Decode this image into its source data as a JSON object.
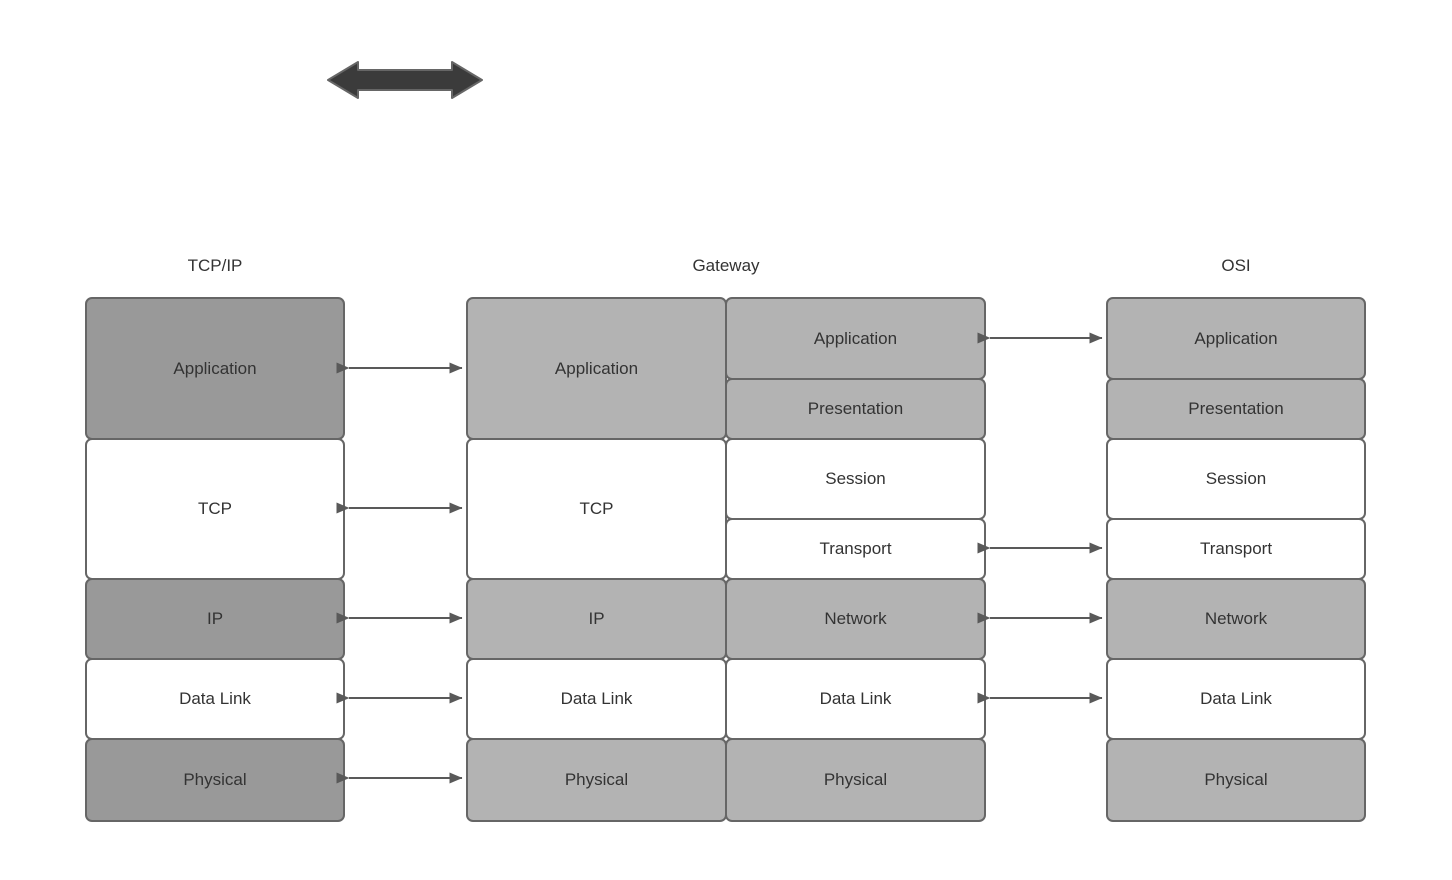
{
  "colors": {
    "dark_gray_fill": "#999999",
    "light_gray_fill": "#b3b3b3",
    "white_fill": "#ffffff",
    "box_border": "#666666",
    "text": "#333333",
    "connector": "#595959",
    "big_arrow_fill": "#3b3b3b"
  },
  "icons": {
    "big_double_arrow": "double-headed-horizontal-arrow"
  },
  "diagram": {
    "columns": {
      "tcpip": {
        "title": "TCP/IP",
        "layers": [
          {
            "label": "Application"
          },
          {
            "label": "TCP"
          },
          {
            "label": "IP"
          },
          {
            "label": "Data Link"
          },
          {
            "label": "Physical"
          }
        ]
      },
      "gateway": {
        "title": "Gateway",
        "left_layers": [
          {
            "label": "Application"
          },
          {
            "label": "TCP"
          },
          {
            "label": "IP"
          },
          {
            "label": "Data Link"
          },
          {
            "label": "Physical"
          }
        ],
        "right_layers": [
          {
            "label": "Application"
          },
          {
            "label": "Presentation"
          },
          {
            "label": "Session"
          },
          {
            "label": "Transport"
          },
          {
            "label": "Network"
          },
          {
            "label": "Data Link"
          },
          {
            "label": "Physical"
          }
        ]
      },
      "osi": {
        "title": "OSI",
        "layers": [
          {
            "label": "Application"
          },
          {
            "label": "Presentation"
          },
          {
            "label": "Session"
          },
          {
            "label": "Transport"
          },
          {
            "label": "Network"
          },
          {
            "label": "Data Link"
          },
          {
            "label": "Physical"
          }
        ]
      }
    },
    "connections": {
      "tcpip_to_gateway": [
        "Application",
        "TCP",
        "IP",
        "Data Link",
        "Physical"
      ],
      "gateway_to_osi": [
        "Application",
        "Transport",
        "Network",
        "Data Link"
      ]
    }
  }
}
